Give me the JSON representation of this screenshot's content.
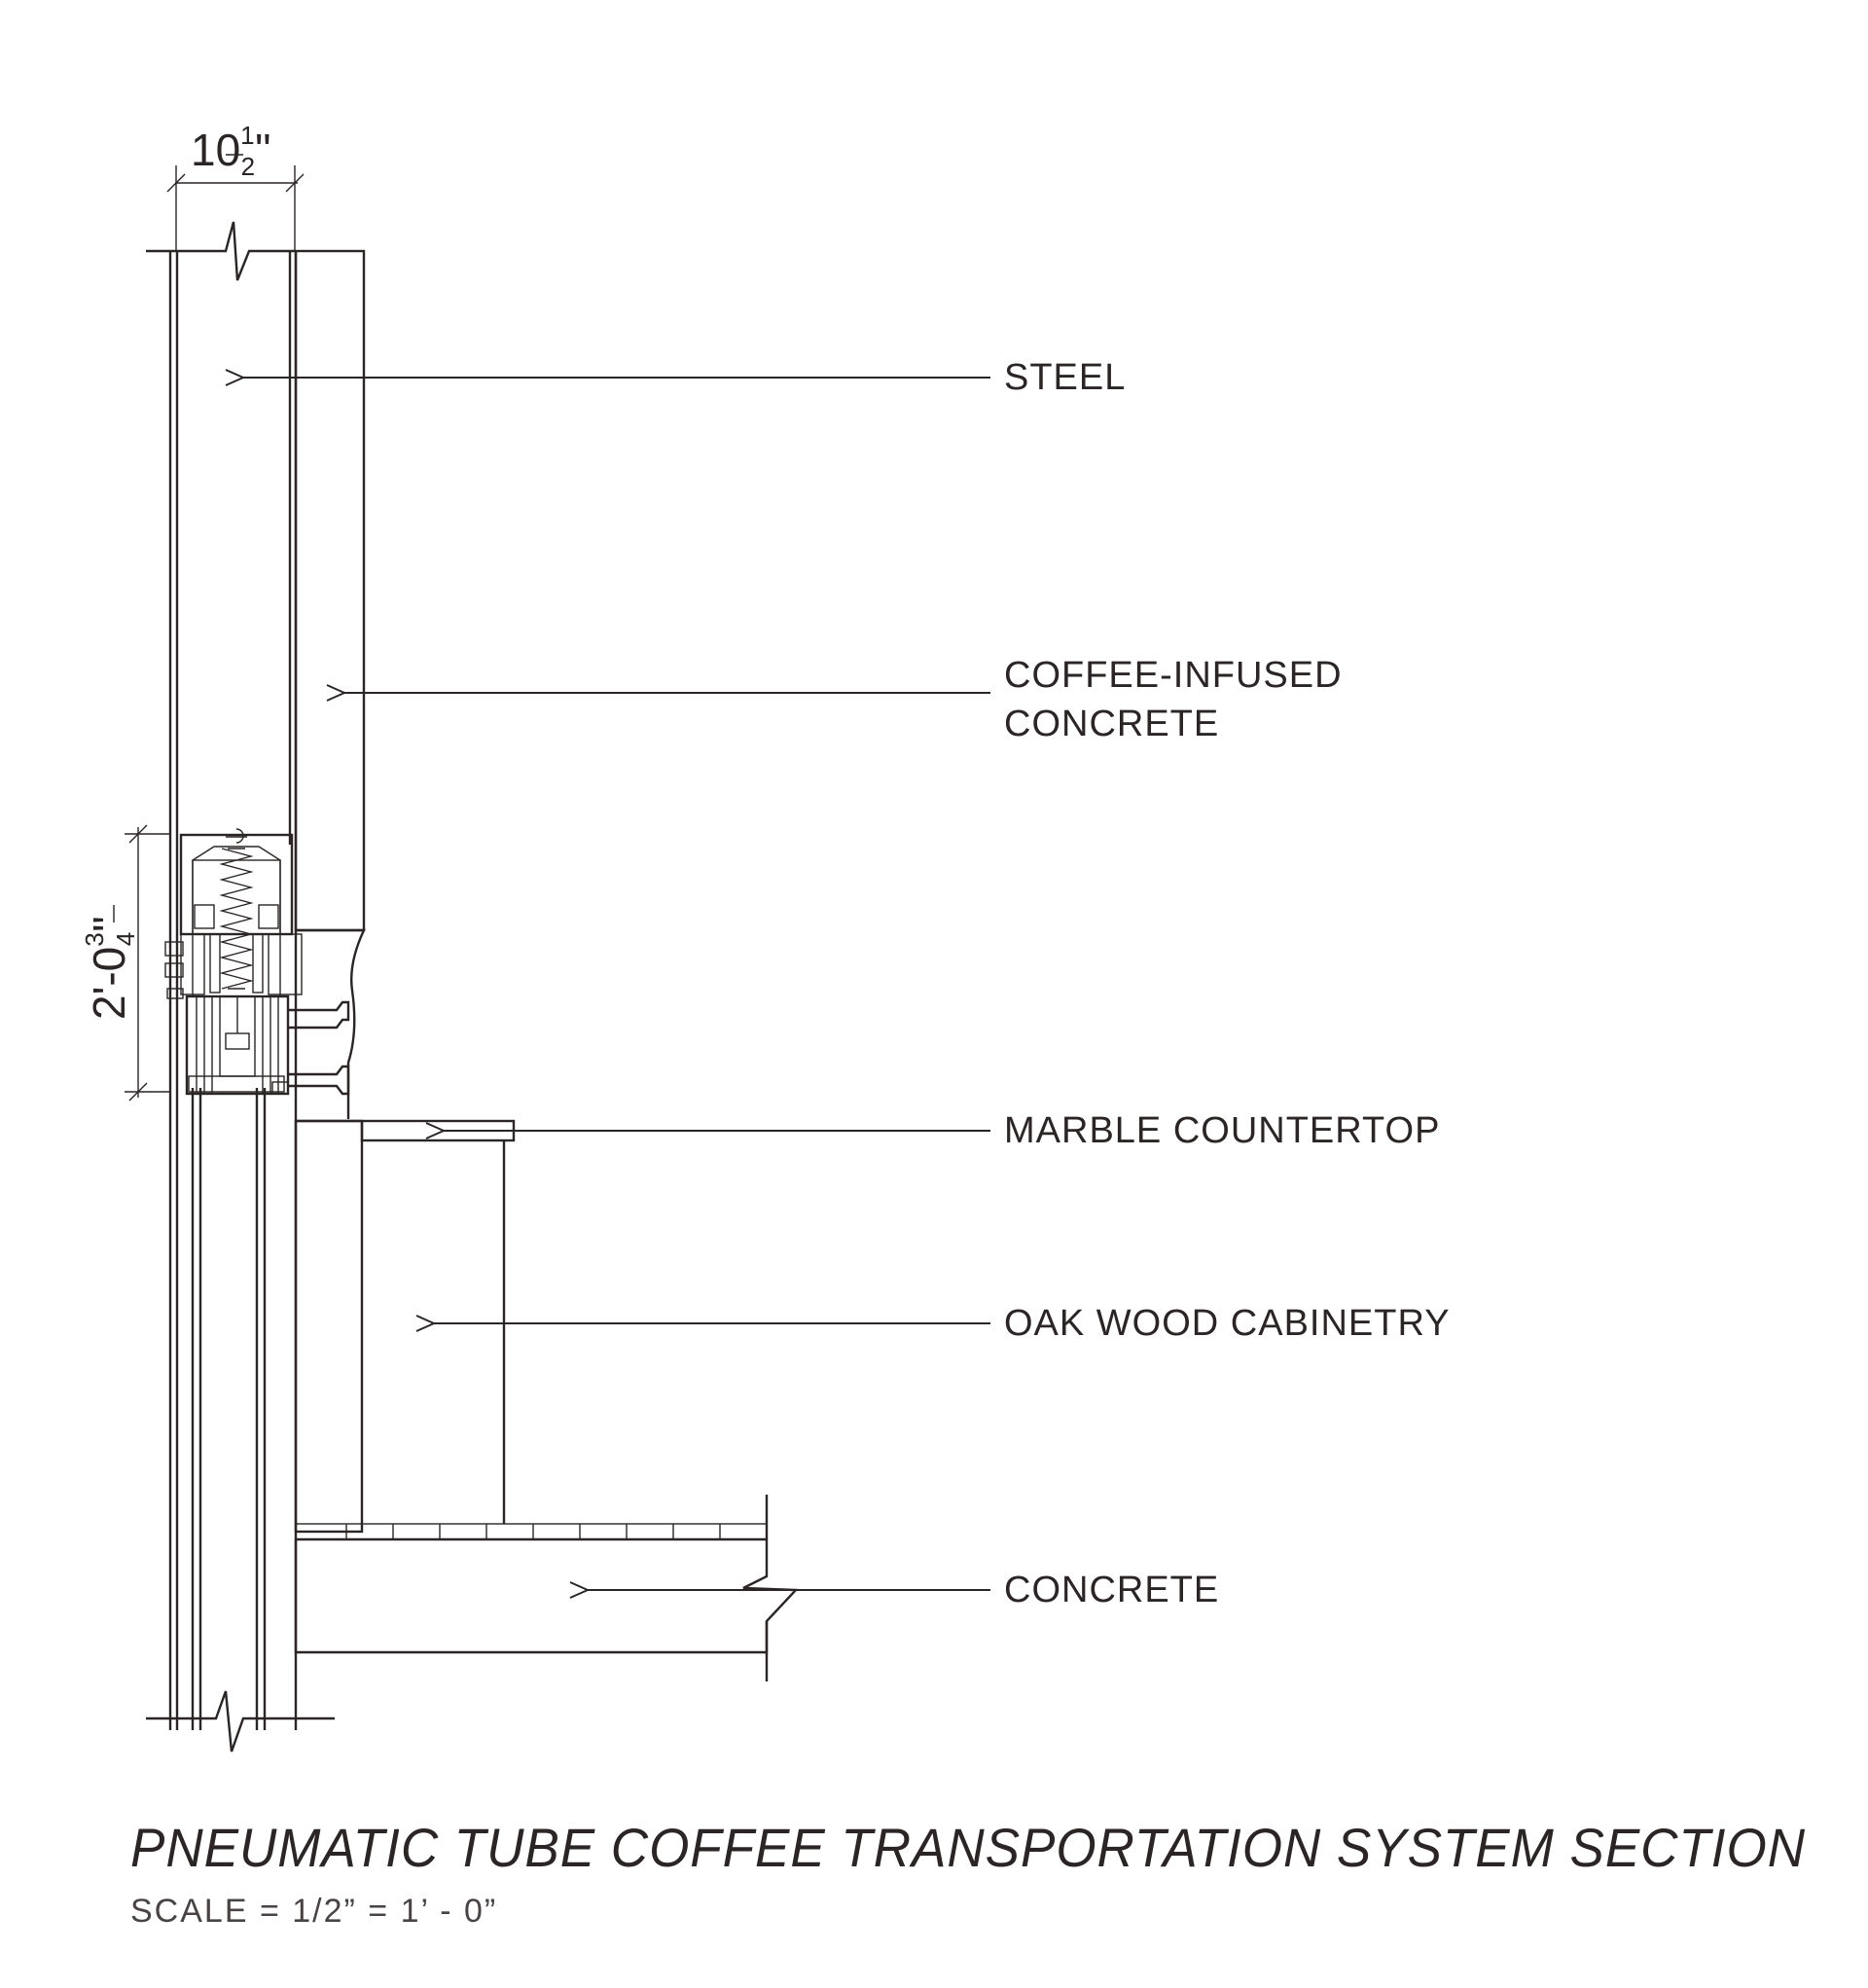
{
  "dimensions": {
    "width_label": "10",
    "width_frac_num": "1",
    "width_frac_den": "2",
    "width_unit": "\"",
    "height_label": "2'-0",
    "height_frac_num": "3",
    "height_frac_den": "4",
    "height_unit": "\""
  },
  "callouts": {
    "steel": "STEEL",
    "coffee_concrete_line1": "COFFEE-INFUSED",
    "coffee_concrete_line2": "CONCRETE",
    "marble": "MARBLE COUNTERTOP",
    "oak": "OAK WOOD CABINETRY",
    "concrete": "CONCRETE"
  },
  "title": "PNEUMATIC TUBE COFFEE TRANSPORTATION SYSTEM SECTION",
  "scale": "SCALE = 1/2” = 1’ - 0”",
  "colors": {
    "ink": "#2b2525",
    "fitting_fill": "#b5a59c",
    "fitting_dark": "#5a4f4a"
  }
}
